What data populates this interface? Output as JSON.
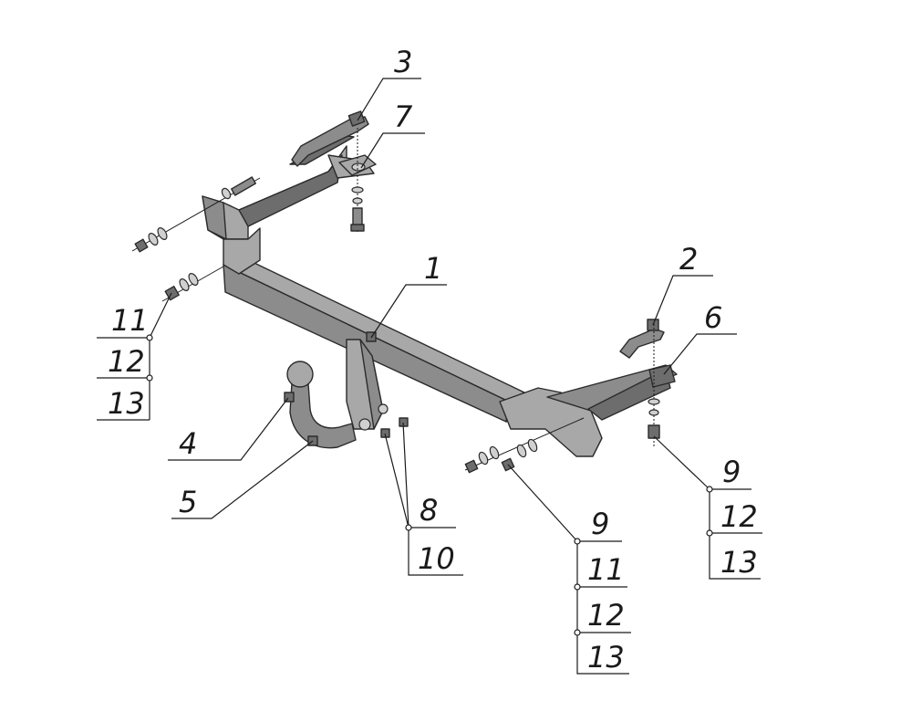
{
  "callouts": {
    "c1": "1",
    "c2": "2",
    "c3": "3",
    "c4": "4",
    "c5": "5",
    "c6": "6",
    "c7": "7",
    "stack_left": [
      "11",
      "12",
      "13"
    ],
    "stack_center": [
      "8",
      "10"
    ],
    "stack_mid_right": [
      "9",
      "11",
      "12",
      "13"
    ],
    "stack_far_right": [
      "9",
      "12",
      "13"
    ]
  },
  "colors": {
    "metal": "#8c8c8c",
    "line": "#1a1a1a",
    "background": "#ffffff"
  }
}
